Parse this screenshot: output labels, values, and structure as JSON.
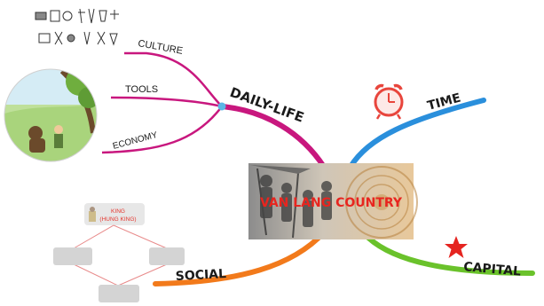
{
  "center": {
    "title": "VAN LANG COUNTRY",
    "title_color": "#e8251f"
  },
  "branches": {
    "daily_life": {
      "label": "DAILY-LIFE",
      "color": "#c8177e",
      "sub": {
        "culture": "CULTURE",
        "tools": "TOOLS",
        "economy": "ECONOMY"
      },
      "node_color": "#5bb6e6"
    },
    "time": {
      "label": "TIME",
      "color": "#2a8fdc",
      "icon": "alarm-clock-icon",
      "icon_color": "#e8453c"
    },
    "capital": {
      "label": "CAPITAL",
      "color": "#6ac22b",
      "icon": "star-icon",
      "icon_color": "#e52420"
    },
    "social": {
      "label": "SOCIAL",
      "color": "#f27a1b"
    }
  },
  "hierarchy": {
    "top_label_line1": "KING",
    "top_label_line2": "(HUNG KING)",
    "top_label_color": "#e4342c",
    "box_color": "#d4d4d4",
    "line_color": "#e88a8a",
    "icon": "king-figure-icon"
  },
  "culture_pictograms": {
    "icon": "artifact-sketches-icon"
  },
  "tools_illustration": {
    "icon": "farm-scene-icon"
  }
}
